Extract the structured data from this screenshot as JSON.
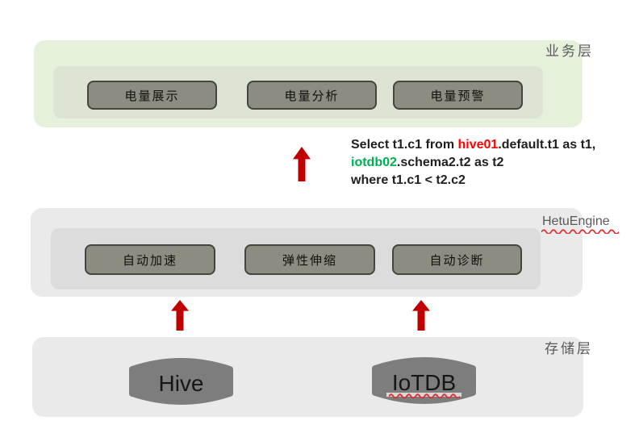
{
  "colors": {
    "arrow_red": "#c00000",
    "sql_hive_red": "#ff0000",
    "sql_iotdb_green": "#00b050",
    "business_bg": "#e6f1db",
    "business_inner_bg": "#dde4d4",
    "gray_bg": "#eaeaea",
    "gray_inner_bg": "#dcdcdc",
    "node_fill": "#8c8c80",
    "node_border": "#45453f",
    "cylinder_fill": "#7d7d7d",
    "label_color": "#595959"
  },
  "business_layer": {
    "label": "业务层",
    "nodes": [
      "电量展示",
      "电量分析",
      "电量预警"
    ]
  },
  "hetu_layer": {
    "label": "HetuEngine",
    "nodes": [
      "自动加速",
      "弹性伸缩",
      "自动诊断"
    ]
  },
  "storage_layer": {
    "label": "存储层",
    "stores": [
      "Hive",
      "IoTDB"
    ]
  },
  "sql": {
    "l1a": "Select t1.c1 from ",
    "l1b": "hive01",
    "l1c": ".default.t1 as t1,",
    "l2a": "iotdb02",
    "l2b": ".schema2.t2 as t2",
    "l3": "where t1.c1 < t2.c2"
  }
}
